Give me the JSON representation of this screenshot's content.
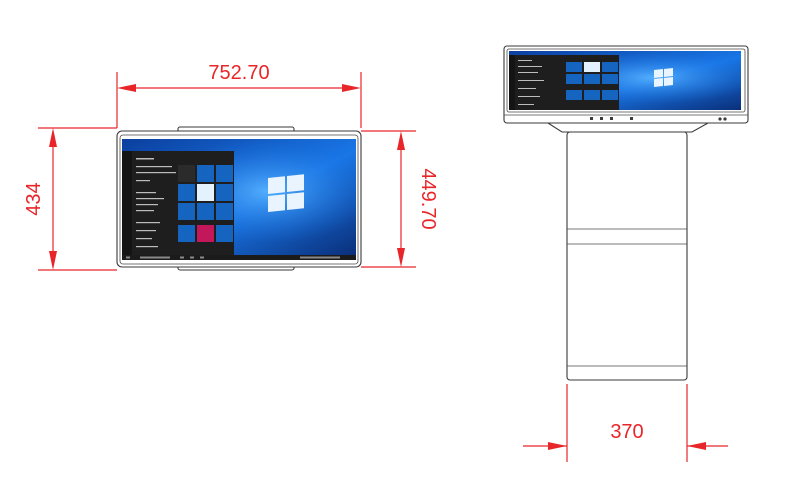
{
  "dimensions": {
    "width_label": "752.70",
    "height_left_label": "434",
    "height_right_label": "449.70",
    "base_width_label": "370"
  },
  "colors": {
    "dimension": "#e8262a",
    "outline": "#3a3a3a",
    "screen_wallpaper": "#0a5fd6",
    "start_menu": "#1f1f1f",
    "tile": "#1565c0",
    "tile_accent": "#c2185b"
  },
  "icons": {
    "windows_logo": "windows-logo-icon"
  }
}
